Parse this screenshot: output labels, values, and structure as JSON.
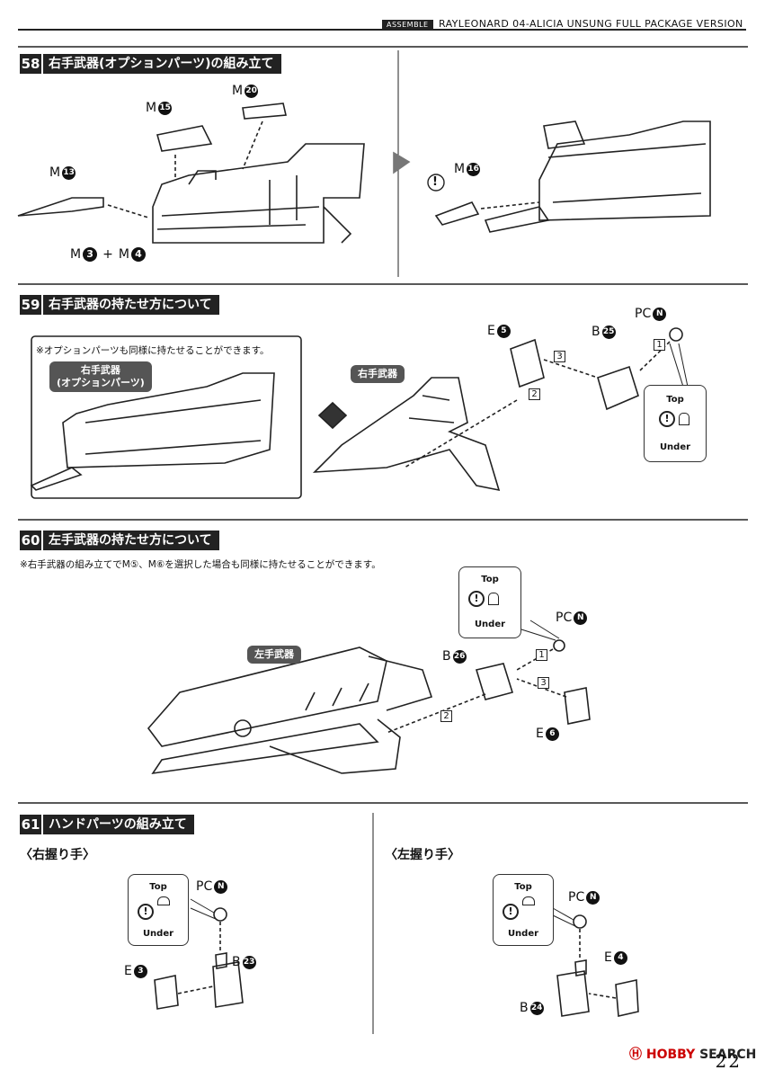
{
  "header": {
    "tag": "ASSEMBLE",
    "title": "RAYLEONARD 04-ALICIA UNSUNG FULL PACKAGE VERSION"
  },
  "steps": {
    "s58": {
      "number": "58",
      "title": "右手武器(オプションパーツ)の組み立て",
      "labels": {
        "m13": {
          "prefix": "M",
          "num": "13"
        },
        "m15": {
          "prefix": "M",
          "num": "15"
        },
        "m20": {
          "prefix": "M",
          "num": "20"
        },
        "m3": {
          "prefix": "M",
          "num": "3"
        },
        "plus": "+",
        "m4": {
          "prefix": "M",
          "num": "4"
        },
        "m16": {
          "prefix": "M",
          "num": "16"
        }
      }
    },
    "s59": {
      "number": "59",
      "title": "右手武器の持たせ方について",
      "note": "※オプションパーツも同様に持たせることができます。",
      "callout_option_line1": "右手武器",
      "callout_option_line2": "(オプションパーツ)",
      "callout_weapon": "右手武器",
      "labels": {
        "e5": {
          "prefix": "E",
          "num": "5"
        },
        "b25": {
          "prefix": "B",
          "num": "25"
        },
        "pcn": {
          "prefix": "PC",
          "num": "N"
        }
      },
      "steps_order": [
        "1",
        "2",
        "3"
      ],
      "topunder": {
        "top": "Top",
        "under": "Under"
      }
    },
    "s60": {
      "number": "60",
      "title": "左手武器の持たせ方について",
      "note": "※右手武器の組み立てでM⑤、M⑥を選択した場合も同様に持たせることができます。",
      "callout_weapon": "左手武器",
      "labels": {
        "pcn": {
          "prefix": "PC",
          "num": "N"
        },
        "b26": {
          "prefix": "B",
          "num": "26"
        },
        "e6": {
          "prefix": "E",
          "num": "6"
        }
      },
      "steps_order": [
        "1",
        "2",
        "3"
      ],
      "topunder": {
        "top": "Top",
        "under": "Under"
      }
    },
    "s61": {
      "number": "61",
      "title": "ハンドパーツの組み立て",
      "right_hand": {
        "heading": "〈右握り手〉",
        "labels": {
          "pcn": {
            "prefix": "PC",
            "num": "N"
          },
          "e3": {
            "prefix": "E",
            "num": "3"
          },
          "b23": {
            "prefix": "B",
            "num": "23"
          }
        },
        "topunder": {
          "top": "Top",
          "under": "Under"
        }
      },
      "left_hand": {
        "heading": "〈左握り手〉",
        "labels": {
          "pcn": {
            "prefix": "PC",
            "num": "N"
          },
          "e4": {
            "prefix": "E",
            "num": "4"
          },
          "b24": {
            "prefix": "B",
            "num": "24"
          }
        },
        "topunder": {
          "top": "Top",
          "under": "Under"
        }
      }
    }
  },
  "footer": {
    "page": "22",
    "watermark_brand": "HOBBY",
    "watermark_rest": "SEARCH"
  },
  "colors": {
    "ink": "#222222",
    "callout": "#555555",
    "watermark": "#cc0000"
  }
}
